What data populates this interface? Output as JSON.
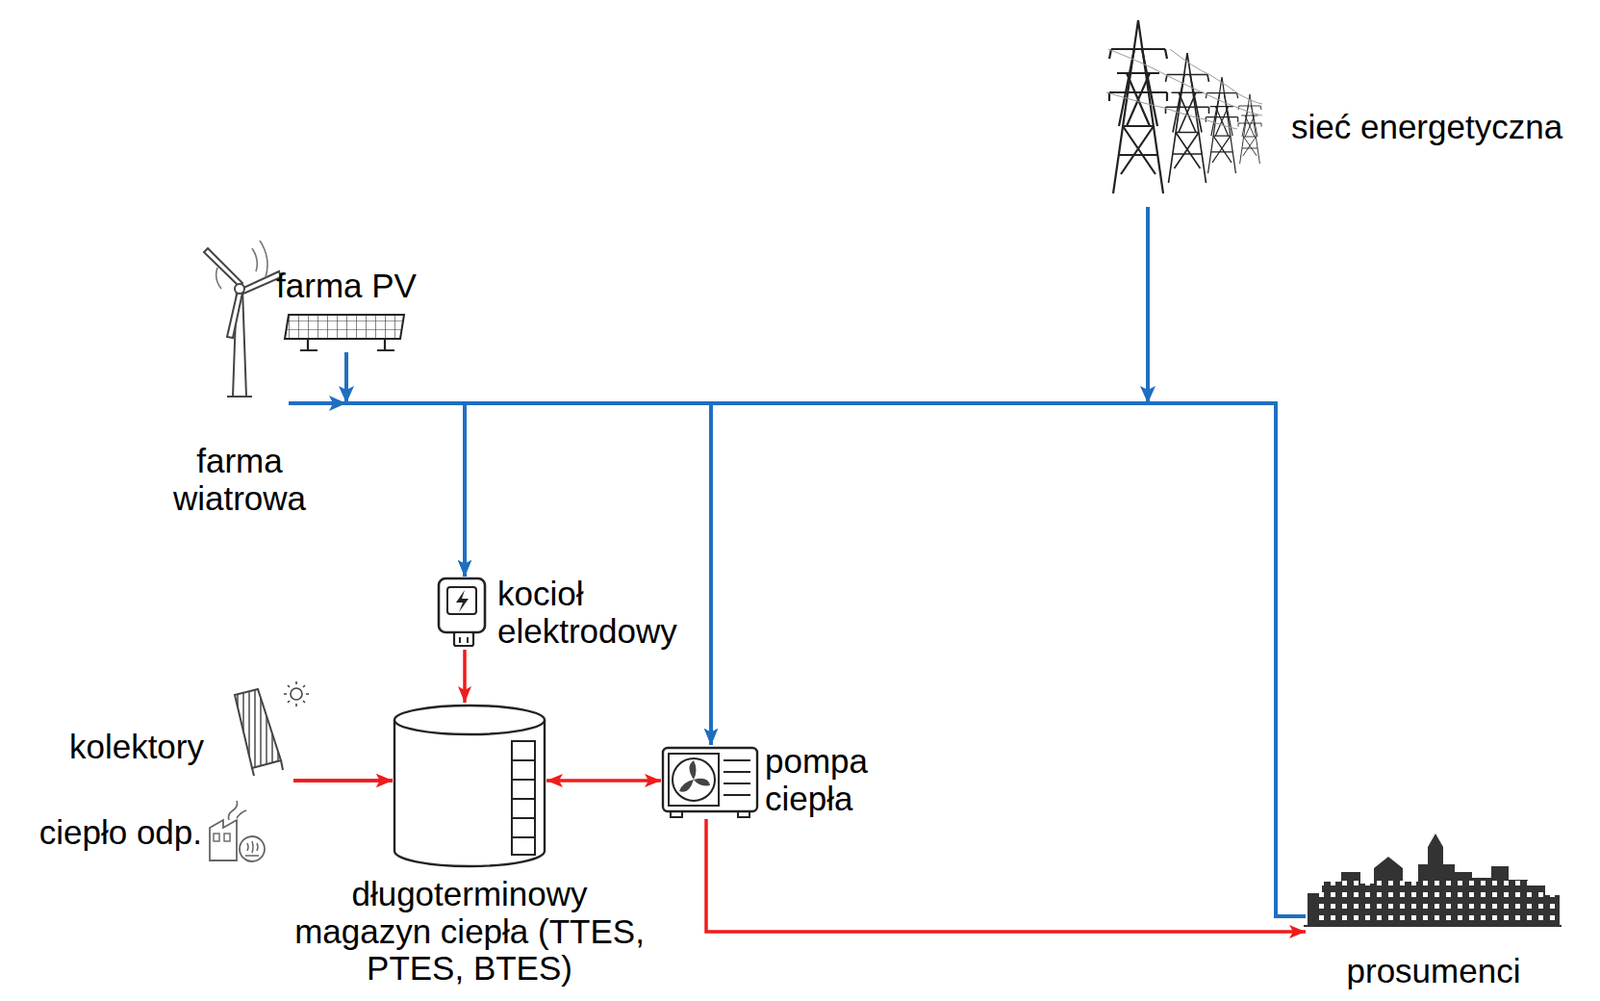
{
  "diagram": {
    "nodes": [
      {
        "text": [
          "sieć energetyczna"
        ]
      },
      {
        "text": [
          "farma PV"
        ]
      },
      {
        "text": [
          "farma wiatrowa"
        ]
      },
      {
        "text": [
          "kocioł elektrodowy"
        ]
      },
      {
        "text": [
          "kolektory"
        ]
      },
      {
        "text": [
          "ciepło odp."
        ]
      },
      {
        "text": [
          "długoterminowy magazyn ciepła (TTES, PTES, BTES)"
        ]
      },
      {
        "text": [
          "pompa ciepła"
        ]
      },
      {
        "text": [
          "prosumenci"
        ]
      }
    ],
    "edges": [
      {
        "from": 0,
        "to": 3,
        "arrow": "to"
      },
      {
        "from": 0,
        "to": 7,
        "arrow": "to"
      },
      {
        "from": 0,
        "to": 8,
        "arrow": "none"
      },
      {
        "from": 1,
        "to": 3,
        "arrow": "to"
      },
      {
        "from": 1,
        "to": 7,
        "arrow": "to"
      },
      {
        "from": 1,
        "to": 8,
        "arrow": "none"
      },
      {
        "from": 2,
        "to": 3,
        "arrow": "to"
      },
      {
        "from": 2,
        "to": 7,
        "arrow": "to"
      },
      {
        "from": 2,
        "to": 8,
        "arrow": "none"
      },
      {
        "from": 3,
        "to": 6,
        "arrow": "to"
      },
      {
        "from": 4,
        "to": 6,
        "arrow": "to"
      },
      {
        "from": 5,
        "to": 6,
        "arrow": "to"
      },
      {
        "from": 6,
        "to": 7,
        "arrow": "both"
      },
      {
        "from": 7,
        "to": 8,
        "arrow": "to"
      }
    ]
  }
}
